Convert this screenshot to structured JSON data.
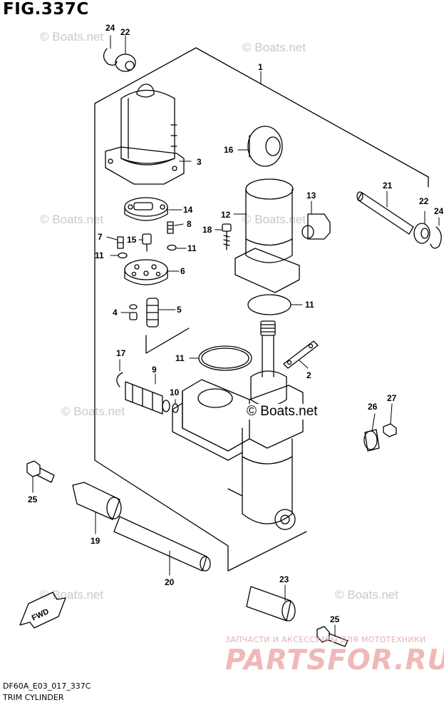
{
  "figure": {
    "title": "FIG.337C",
    "code": "DF60A_E03_017_337C",
    "subtitle": "TRIM CYLINDER"
  },
  "watermarks": {
    "light": "© Boats.net",
    "dark": "© Boats.net"
  },
  "promo": {
    "tagline": "ЗАПЧАСТИ И АКСЕССУАРЫ ДЛЯ МОТОТЕХНИКИ",
    "brand": "PARTSFOR.RU"
  },
  "fwd_label": "FWD",
  "callouts": [
    "24",
    "22",
    "1",
    "3",
    "16",
    "21",
    "22",
    "24",
    "14",
    "13",
    "12",
    "8",
    "18",
    "7",
    "15",
    "11",
    "11",
    "6",
    "11",
    "4",
    "5",
    "17",
    "9",
    "2",
    "10",
    "11",
    "27",
    "26",
    "25",
    "19",
    "20",
    "23",
    "25"
  ],
  "colors": {
    "line": "#000000",
    "watermark": "#c9c9c9",
    "promo": "#f0b8b8"
  }
}
